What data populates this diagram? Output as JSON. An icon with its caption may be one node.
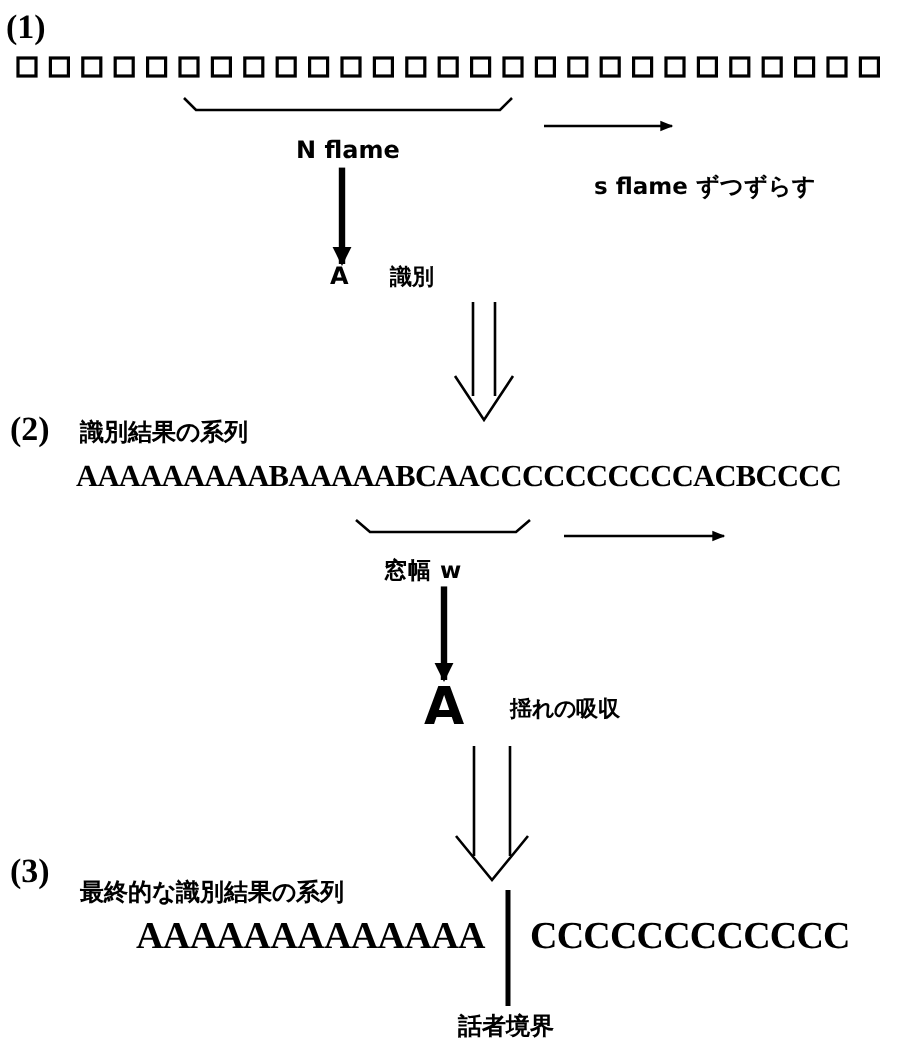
{
  "diagram": {
    "nodes": [
      {
        "text": [
          "N flame"
        ]
      },
      {
        "text": [
          "A"
        ],
        "beside": [
          "識別"
        ]
      },
      {
        "text": [
          "識別結果の系列",
          "AAAAAAAAABAAAAABCAACCCCCCCCCCACBCCCC"
        ]
      },
      {
        "text": [
          "窓幅 w"
        ]
      },
      {
        "text": [
          "A"
        ],
        "beside": [
          "揺れの吸収"
        ]
      },
      {
        "text": [
          "最終的な識別結果の系列",
          "AAAAAAAAAAAAA",
          "CCCCCCCCCCCC"
        ]
      }
    ],
    "edges": [
      {
        "from": 0,
        "to": 1,
        "arrow": "to",
        "style": "thick"
      },
      {
        "from": 1,
        "to": 2,
        "arrow": "to"
      },
      {
        "from": 3,
        "to": 4,
        "arrow": "to",
        "style": "thick"
      },
      {
        "from": 4,
        "to": 5,
        "arrow": "to"
      }
    ],
    "labels": [
      "(1)",
      "s flame ずつずらす",
      "(2)",
      "(3)",
      "話者境界"
    ]
  }
}
